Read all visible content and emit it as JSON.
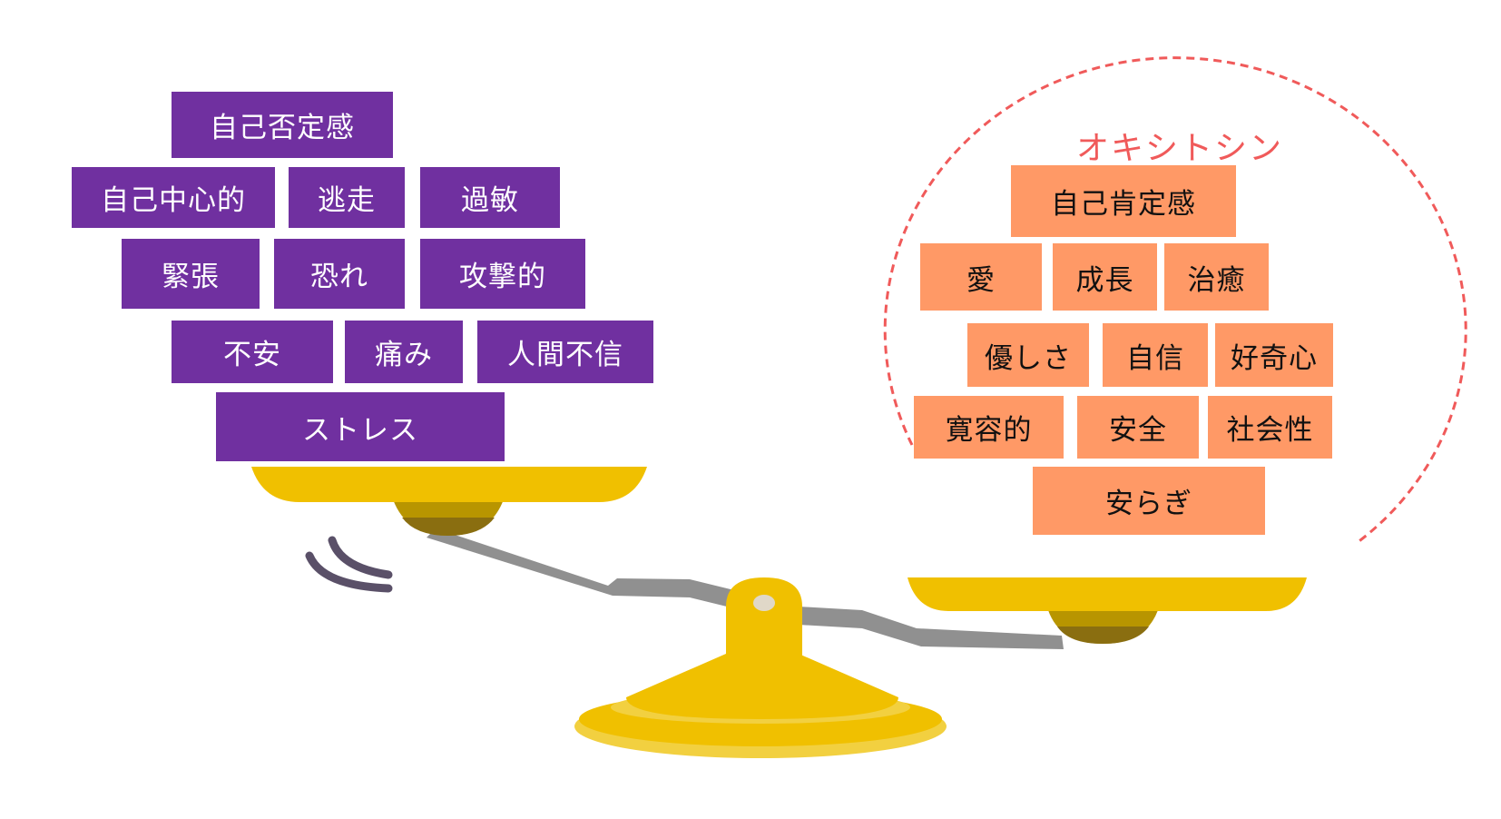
{
  "left_pan": {
    "theme": "negative",
    "color": "#7030a0",
    "text_color": "#ffffff",
    "bricks": [
      {
        "label": "自己否定感"
      },
      {
        "label": "自己中心的"
      },
      {
        "label": "逃走"
      },
      {
        "label": "過敏"
      },
      {
        "label": "緊張"
      },
      {
        "label": "恐れ"
      },
      {
        "label": "攻撃的"
      },
      {
        "label": "不安"
      },
      {
        "label": "痛み"
      },
      {
        "label": "人間不信"
      },
      {
        "label": "ストレス"
      }
    ]
  },
  "right_pan": {
    "title": "オキシトシン",
    "title_color": "#f05a5a",
    "color": "#ff9966",
    "text_color": "#111111",
    "bricks": [
      {
        "label": "自己肯定感"
      },
      {
        "label": "愛"
      },
      {
        "label": "成長"
      },
      {
        "label": "治癒"
      },
      {
        "label": "優しさ"
      },
      {
        "label": "自信"
      },
      {
        "label": "好奇心"
      },
      {
        "label": "寛容的"
      },
      {
        "label": "安全"
      },
      {
        "label": "社会性"
      },
      {
        "label": "安らぎ"
      }
    ]
  },
  "scale": {
    "pan_color": "#f0c000",
    "beam_color": "#909090",
    "pivot_color": "#e0d8c8",
    "motion_marks_color": "#5a5068"
  }
}
